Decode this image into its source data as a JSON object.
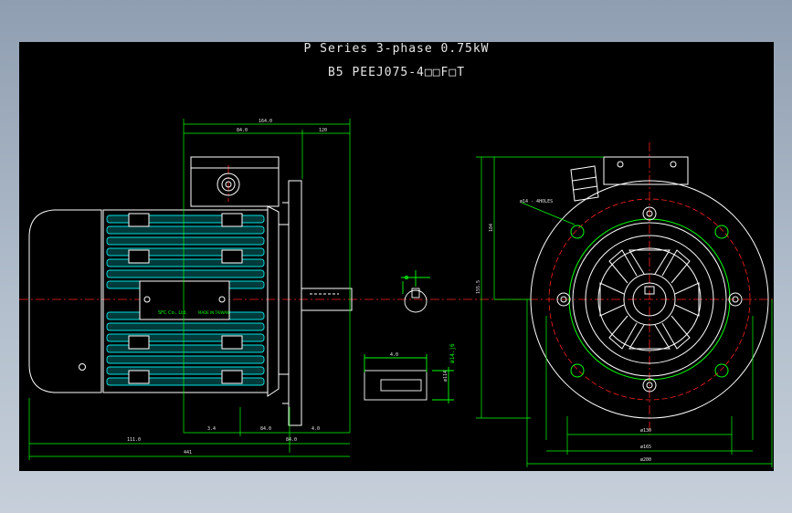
{
  "drawing": {
    "title_line1": "P Series 3-phase 0.75kW",
    "title_line2": "B5 PEEJ075-4□□F□T"
  },
  "colors": {
    "background": "#000000",
    "outline": "#ffffff",
    "fins": "#00e0e0",
    "dimension": "#00ff00",
    "centerline": "#ff2020",
    "text": "#e6e6e6",
    "nameplate_text": "#00ff00"
  },
  "nameplate": {
    "maker": "SFC Co., Ltd.",
    "origin": "MADE IN TAIWAN"
  },
  "dims": {
    "top_total": "164.0",
    "top_left": "84.0",
    "top_right": "120",
    "bottom_a": "3.4",
    "bottom_b": "84.0",
    "bottom_c": "4.0",
    "mid_left": "111.0",
    "mid_right": "84.0",
    "overall": "441",
    "shaft_len": "4.0",
    "shaft_dia": "ø114",
    "key_dia": "ø14.j6",
    "flange_hole": "ø14 - 4HOLES",
    "center_height": "184",
    "height": "155.5",
    "pcd1": "ø130",
    "pcd2": "ø165",
    "outer": "ø200"
  }
}
